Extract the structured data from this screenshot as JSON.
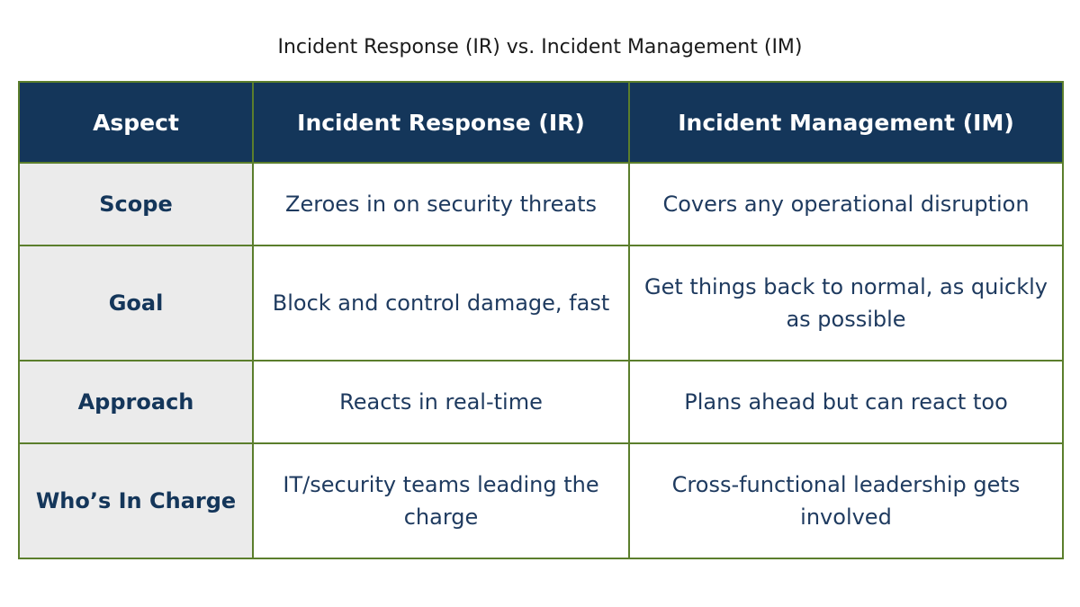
{
  "chart_data": {
    "type": "table",
    "title": "Incident Response (IR) vs. Incident Management (IM)",
    "columns": [
      "Aspect",
      "Incident Response (IR)",
      "Incident Management (IM)"
    ],
    "rows": [
      {
        "aspect": "Scope",
        "ir": "Zeroes in on security threats",
        "im": "Covers any operational disruption"
      },
      {
        "aspect": "Goal",
        "ir": "Block and control damage, fast",
        "im": "Get things back to normal, as quickly as possible"
      },
      {
        "aspect": "Approach",
        "ir": "Reacts in real-time",
        "im": "Plans ahead but can react too"
      },
      {
        "aspect": "Who’s In Charge",
        "ir": "IT/security teams leading the charge",
        "im": "Cross-functional leadership gets involved"
      }
    ]
  },
  "colors": {
    "header_bg": "#14365a",
    "border": "#5b7e2c",
    "aspect_bg": "#ebebeb",
    "text": "#1e3a5f"
  }
}
